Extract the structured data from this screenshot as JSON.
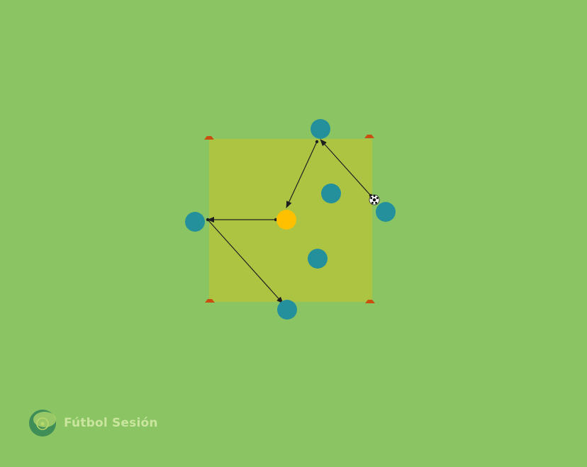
{
  "brand": {
    "name": "Fútbol Sesión",
    "text_color": "#c9e59e"
  },
  "colors": {
    "background": "#8bc462",
    "pitch": "#adc443",
    "team_player": "#24909c",
    "neutral_player": "#ffc000",
    "cone": "#c94f10",
    "arrow": "#1f1f1f",
    "logo_dark": "#3f8e57",
    "logo_light": "#b7d96c"
  },
  "diagram": {
    "pitch_shape": "square",
    "players": [
      {
        "id": "top",
        "role": "team",
        "color_key": "team_player"
      },
      {
        "id": "right",
        "role": "team",
        "color_key": "team_player",
        "has_ball": true
      },
      {
        "id": "left",
        "role": "team",
        "color_key": "team_player"
      },
      {
        "id": "bottom",
        "role": "team",
        "color_key": "team_player"
      },
      {
        "id": "inner-top",
        "role": "team",
        "color_key": "team_player"
      },
      {
        "id": "inner-bottom",
        "role": "team",
        "color_key": "team_player"
      },
      {
        "id": "center",
        "role": "neutral",
        "color_key": "neutral_player"
      }
    ],
    "passes": [
      {
        "from": "right",
        "to": "top"
      },
      {
        "from": "top",
        "to": "center"
      },
      {
        "from": "center",
        "to": "left"
      },
      {
        "from": "left",
        "to": "bottom"
      }
    ],
    "cones": [
      "top-left",
      "top-right",
      "bottom-left",
      "bottom-right"
    ],
    "ball": {
      "icon": "soccer-ball-icon",
      "holder": "right"
    }
  }
}
